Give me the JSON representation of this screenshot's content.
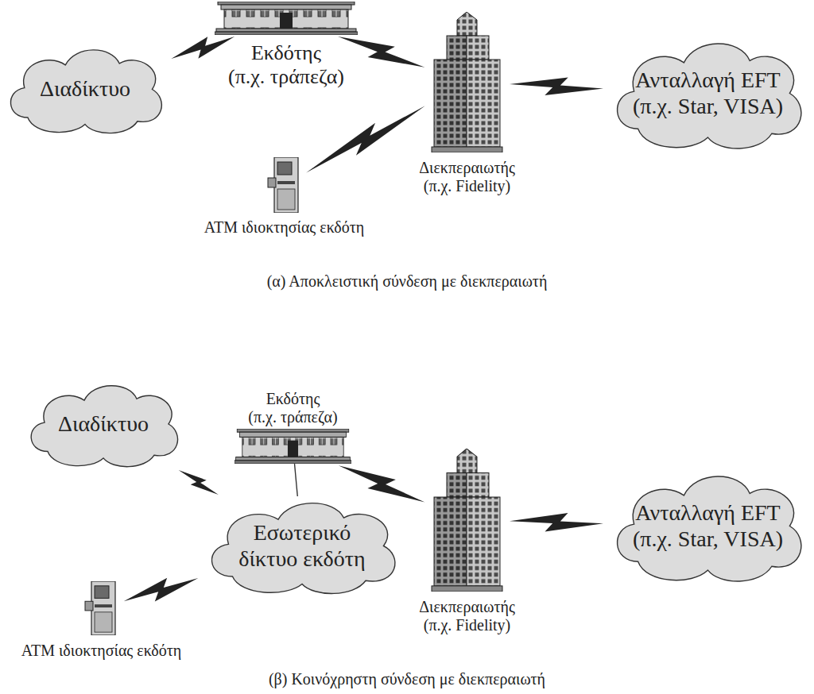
{
  "diagram": {
    "nodes": [
      {
        "text": [
          "Διαδίκτυο"
        ]
      },
      {
        "text": [
          "Εκδότης",
          "(π.χ. τράπεζα)"
        ]
      },
      {
        "text": [
          "Διεκπεραιωτής",
          "(π.χ. Fidelity)"
        ]
      },
      {
        "text": [
          "Ανταλλαγή EFT",
          "(π.χ. Star, VISA)"
        ]
      },
      {
        "text": [
          "ATM ιδιοκτησίας εκδότη"
        ]
      },
      {
        "text": [
          "Διαδίκτυο"
        ]
      },
      {
        "text": [
          "Εκδότης",
          "(π.χ. τράπεζα)"
        ]
      },
      {
        "text": [
          "Εσωτερικό δίκτυο εκδότη"
        ]
      },
      {
        "text": [
          "Διεκπεραιωτής",
          "(π.χ. Fidelity)"
        ]
      },
      {
        "text": [
          "Ανταλλαγή EFT",
          "(π.χ. Star, VISA)"
        ]
      },
      {
        "text": [
          "ATM ιδιοκτησίας εκδότη"
        ]
      }
    ],
    "edges": [
      {
        "from": 0,
        "to": 1,
        "arrow": "none"
      },
      {
        "from": 1,
        "to": 2,
        "arrow": "none"
      },
      {
        "from": 2,
        "to": 3,
        "arrow": "none"
      },
      {
        "from": 4,
        "to": 2,
        "arrow": "none"
      },
      {
        "from": 5,
        "to": 7,
        "arrow": "none"
      },
      {
        "from": 6,
        "to": 7,
        "arrow": "none"
      },
      {
        "from": 6,
        "to": 8,
        "arrow": "none"
      },
      {
        "from": 8,
        "to": 9,
        "arrow": "none"
      },
      {
        "from": 10,
        "to": 7,
        "arrow": "none"
      }
    ],
    "labels": [
      "(α) Αποκλειστική σύνδεση με διεκπεραιωτή",
      "(β) Κοινόχρηστη σύνδεση με διεκπεραιωτή"
    ]
  }
}
